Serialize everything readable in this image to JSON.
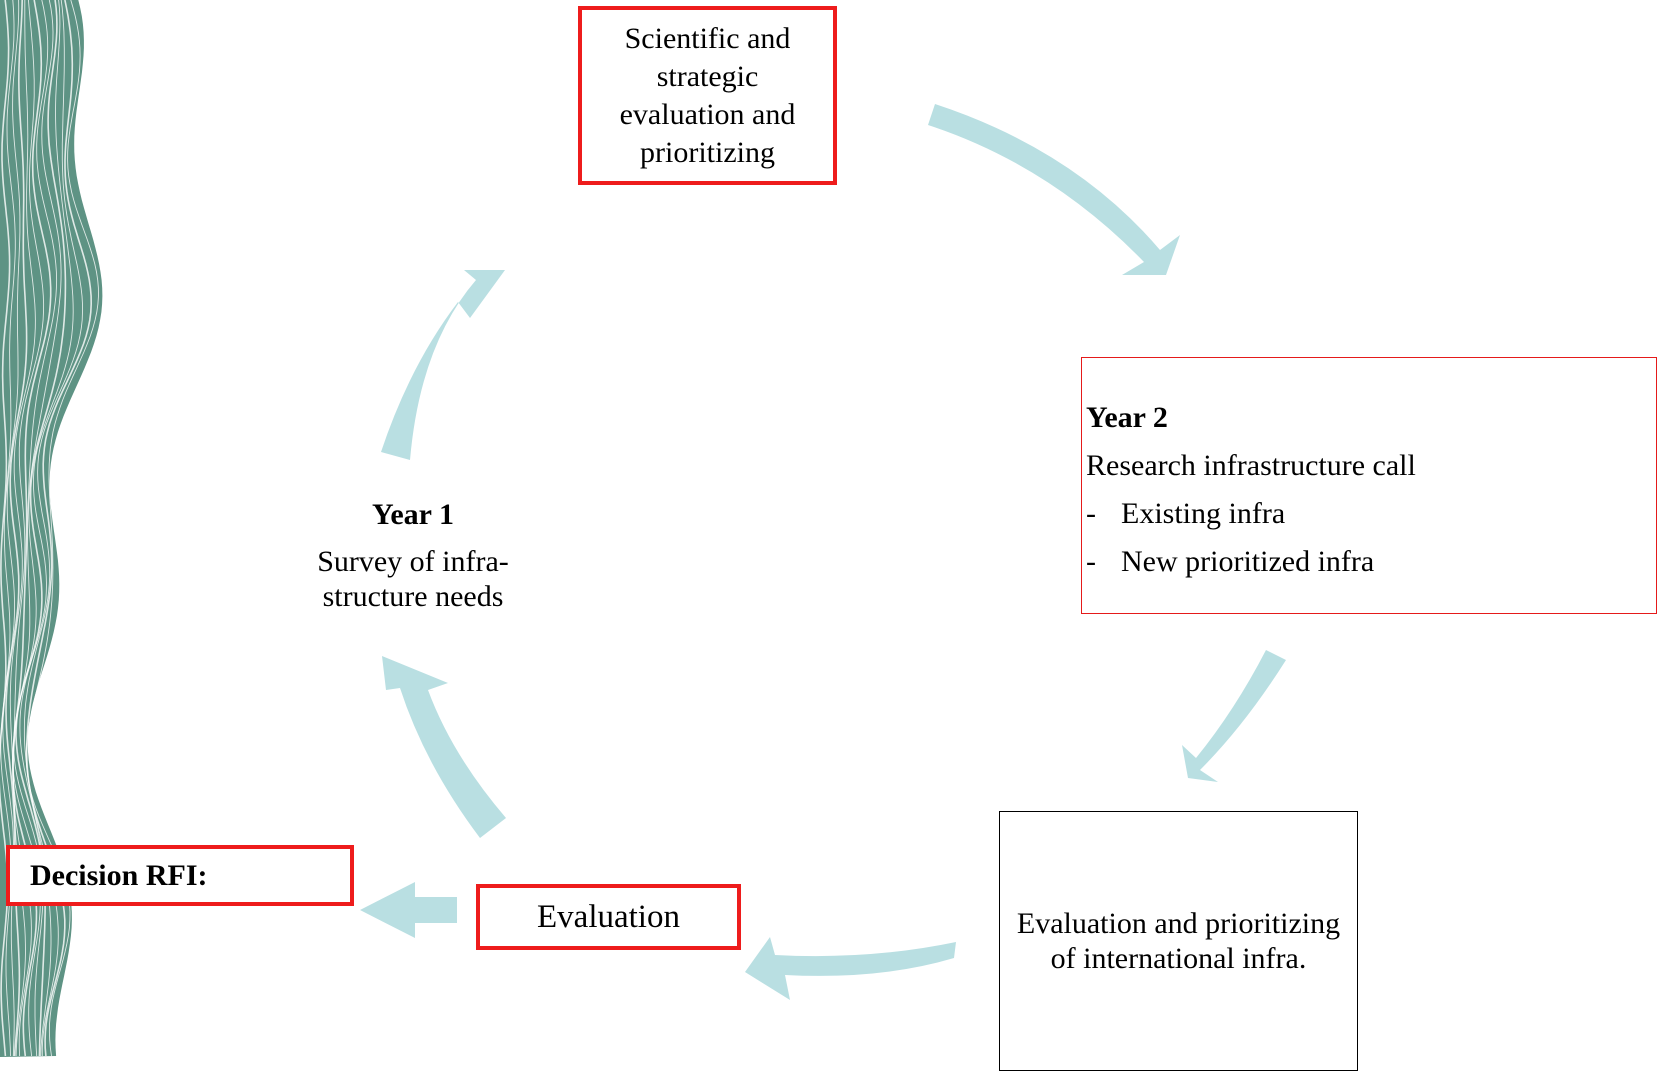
{
  "colors": {
    "arrow": "#b9dfe2",
    "box_border_red": "#ee1c1c",
    "wave_dark": "#5e9384",
    "wave_light": "#ffffff"
  },
  "nodes": {
    "top": {
      "line1": "Scientific and",
      "line2": "strategic",
      "line3": "evaluation and",
      "line4": "prioritizing"
    },
    "year2": {
      "title": "Year 2",
      "subtitle": "Research infrastructure call",
      "bullet_marker": "-",
      "bullets": [
        "Existing infra",
        "New prioritized infra"
      ]
    },
    "international": {
      "line1": "Evaluation and prioritizing",
      "line2": "of international infra."
    },
    "evaluation": {
      "label": "Evaluation"
    },
    "decision": {
      "label": "Decision RFI:"
    },
    "year1": {
      "title": "Year 1",
      "line1": "Survey of infra-",
      "line2": "structure needs"
    }
  }
}
